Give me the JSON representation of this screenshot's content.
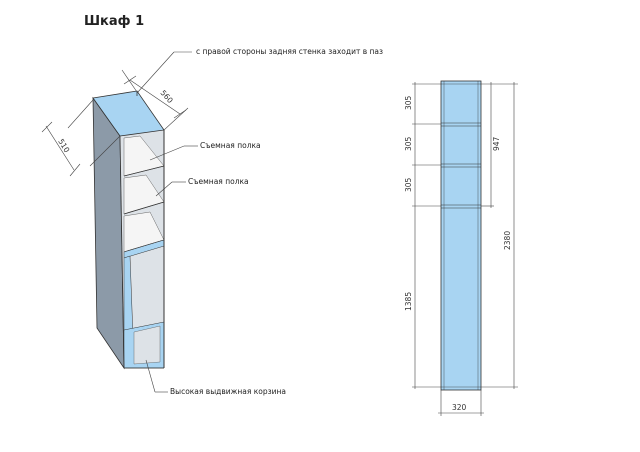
{
  "title": "Шкаф 1",
  "annotations": {
    "back_wall": "с правой стороны задняя стенка заходит в паз",
    "shelf_1": "Съемная полка",
    "shelf_2": "Съемная полка",
    "basket": "Высокая выдвижная корзина"
  },
  "iso_dims": {
    "depth_top": "560",
    "depth_side": "510"
  },
  "front_dims": {
    "sec1": "305",
    "sec2": "305",
    "sec3": "305",
    "sec4": "1385",
    "upper_total": "947",
    "total_height": "2380",
    "width": "320"
  },
  "colors": {
    "panel_blue": "#a8d4f2",
    "panel_side": "#8696a6",
    "shelf_white": "#f4f4f4",
    "interior": "#dfe3e7"
  }
}
